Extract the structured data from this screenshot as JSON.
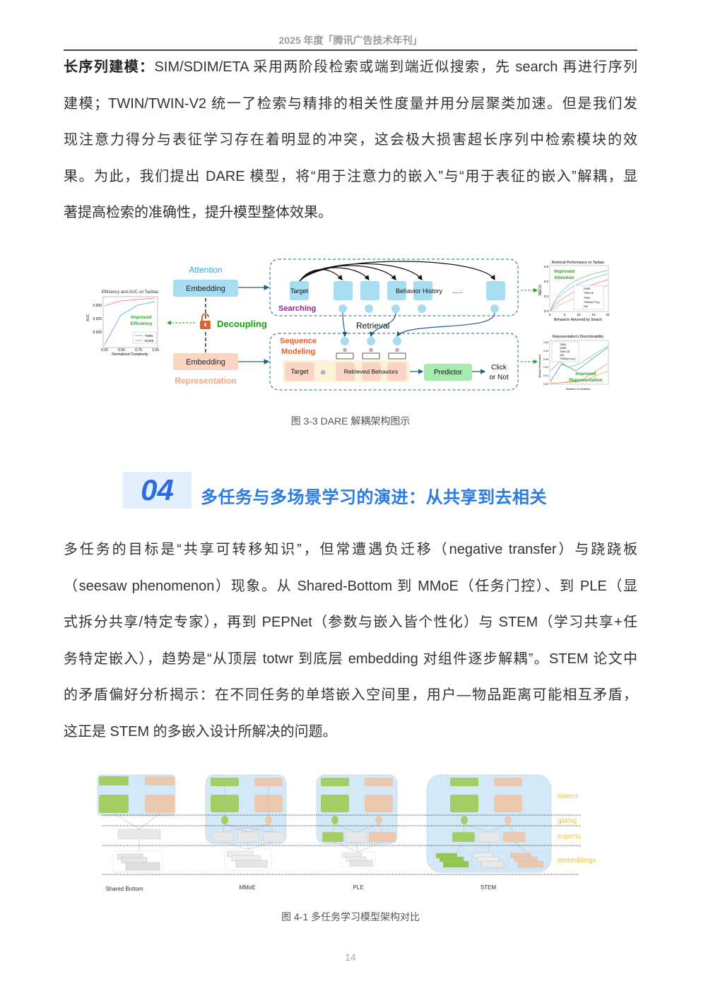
{
  "header": {
    "title": "2025 年度「腾讯广告技术年刊」"
  },
  "paragraph1": {
    "lead": "长序列建模：",
    "lines": [
      "SIM/SDIM/ETA 采用两阶段检索或端到端近似搜索，先 search 再进行序列",
      "建模；TWIN/TWIN-V2 统一了检索与精排的相关性度量并用分层聚类加速。但是我们发",
      "现注意力得分与表征学习存在着明显的冲突，这会极大损害超长序列中检索模块的效",
      "果。为此，我们提出 DARE 模型，将“用于注意力的嵌入”与“用于表征的嵌入”解耦，显",
      "著提高检索的准确性，提升模型整体效果。"
    ]
  },
  "figure1": {
    "caption": "图 3-3  DARE 解耦架构图示",
    "attention_label": "Attention",
    "embedding_top": "Embedding",
    "embedding_bottom": "Embedding",
    "representation_label": "Representation",
    "decoupling_label": "Decoupling",
    "target_top": "Target",
    "behavior_history": "Behavior History",
    "ellipsis": "......",
    "searching_label": "Searching",
    "retrieval_label": "Retrieval",
    "sequence_modeling": [
      "Sequence",
      "Modeling"
    ],
    "target_bottom": "Target",
    "retrieved_behaviors": "Retrieved Behaviors",
    "predictor": "Predictor",
    "click_or_not": [
      "Click",
      "or Not"
    ],
    "left_chart": {
      "title": "Efficiency and AUC on Taobao",
      "ylabel": "AUC",
      "xlabel": "Normalized Complexity",
      "yticks": [
        "0.930",
        "0.925",
        "0.920"
      ],
      "xticks": [
        "0.25",
        "0.50",
        "0.75",
        "1.00"
      ],
      "annotation": [
        "Improved",
        "Efficiency"
      ],
      "legend": [
        "TWIN",
        "DARE"
      ]
    },
    "right_top_chart": {
      "title": "Retrieval Performance on Taobao",
      "ylabel": "NDCG",
      "xlabel": "Behaviors Returned by Search",
      "yticks": [
        "0.9",
        "0.6",
        "0.3",
        "0.0"
      ],
      "xticks": [
        "0",
        "5",
        "10",
        "15",
        "20"
      ],
      "annotation": [
        "Improved",
        "Attention"
      ],
      "legend": [
        "DARE",
        "TWIN-4E",
        "TWIN",
        "TWIN(w/ Proj.)",
        "DIN"
      ]
    },
    "right_bottom_chart": {
      "title": "Representation's Discriminability",
      "ylabel": "Mutual Information",
      "xlabel": "Number of Clusters",
      "yticks": [
        "0.05",
        "0.04",
        "0.03",
        "0.02",
        "0.01",
        "0.00"
      ],
      "annotation": [
        "Improved",
        "Representation"
      ],
      "legend": [
        "TWIN",
        "DARE",
        "TWIN-4E",
        "DIN",
        "TWIN(w/ proj.)"
      ]
    }
  },
  "section": {
    "number": "04",
    "title": "多任务与多场景学习的演进：从共享到去相关"
  },
  "paragraph2": {
    "lines": [
      "多任务的目标是“共享可转移知识”，但常遭遇负迁移（negative  transfer）与跷跷板",
      "（seesaw phenomenon）现象。从 Shared-Bottom 到 MMoE（任务门控）、到 PLE（显",
      "式拆分共享/特定专家），再到 PEPNet（参数与嵌入皆个性化）与 STEM（学习共享+任",
      "务特定嵌入），趋势是“从顶层 totwr 到底层 embedding 对组件逐步解耦”。STEM 论文中",
      "的矛盾偏好分析揭示：在不同任务的单塔嵌入空间里，用户—物品距离可能相互矛盾，",
      "这正是 STEM 的多嵌入设计所解决的问题。"
    ]
  },
  "figure2": {
    "caption": "图 4-1  多任务学习模型架构对比",
    "layer_labels": [
      "towers",
      "gating",
      "experts",
      "embeddings"
    ],
    "model_labels": [
      "Shared Bottom",
      "MMoE",
      "PLE",
      "STEM"
    ]
  },
  "colors": {
    "accent_blue": "#2b7be0",
    "decoupling_green": "#1aa01a",
    "layer_label": "#f0c040"
  },
  "footer": {
    "page_number": "14"
  }
}
